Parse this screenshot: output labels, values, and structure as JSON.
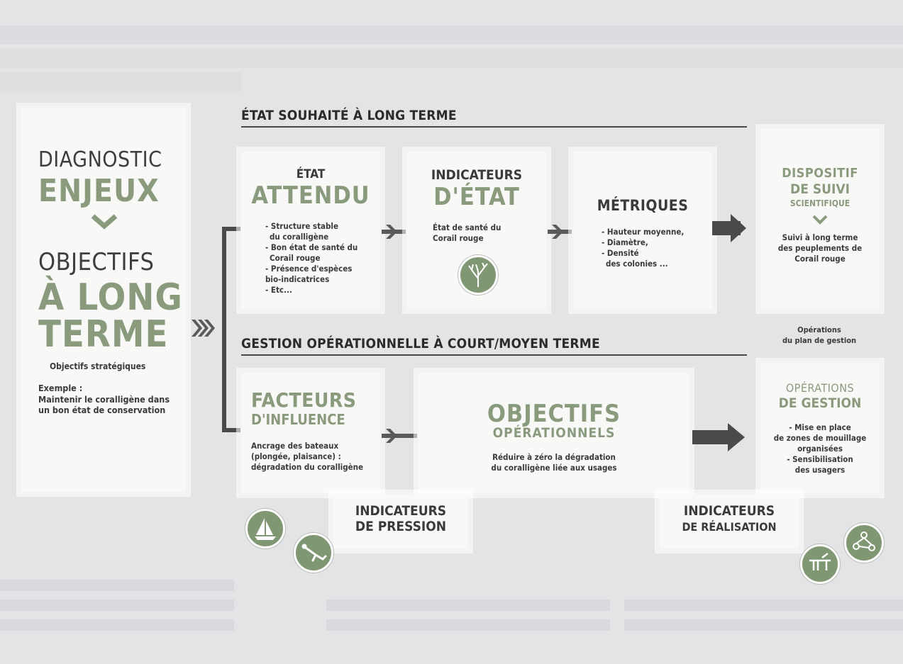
{
  "left": {
    "diagnostic": "DIAGNOSTIC",
    "enjeux": "ENJEUX",
    "objectifs": "OBJECTIFS",
    "along": "À LONG",
    "terme": "TERME",
    "strat": "Objectifs stratégiques",
    "ex_label": "Exemple :",
    "ex_text": "Maintenir le coralligène dans un bon état de conservation"
  },
  "top_section": "ÉTAT SOUHAITÉ À LONG TERME",
  "bottom_section": "GESTION OPÉRATIONNELLE À COURT/MOYEN TERME",
  "etat": {
    "t1": "ÉTAT",
    "t2": "ATTENDU",
    "items": [
      "- Structure stable",
      "du coralligène",
      "- Bon état de santé du",
      "Corail rouge",
      "- Présence d'espèces",
      "bio-indicatrices",
      "- Etc..."
    ]
  },
  "indic_etat": {
    "t1": "INDICATEURS",
    "t2": "D'ÉTAT",
    "text": "État de santé du Corail rouge"
  },
  "metriques": {
    "t1": "MÉTRIQUES",
    "items": [
      "- Hauteur moyenne,",
      "- Diamètre,",
      "- Densité",
      "des colonies ..."
    ]
  },
  "dispositif": {
    "t1": "DISPOSITIF",
    "t2": "DE SUIVI",
    "t3": "SCIENTIFIQUE",
    "text": "Suivi à long terme des peuplements de Corail rouge"
  },
  "ops_note": {
    "l1": "Opérations",
    "l2": "du plan de gestion"
  },
  "facteurs": {
    "t1": "FACTEURS",
    "t2": "D'INFLUENCE",
    "text": "Ancrage des bateaux (plongée, plaisance) : dégradation du coralligène"
  },
  "obj_op": {
    "t1": "OBJECTIFS",
    "t2": "OPÉRATIONNELS",
    "text1": "Réduire à zéro la dégradation",
    "text2": "du coralligène liée aux usages"
  },
  "ops_gestion": {
    "t1": "OPÉRATIONS",
    "t2": "DE GESTION",
    "items": [
      "- Mise en place",
      "de zones de mouillage",
      "organisées",
      "- Sensibilisation",
      "des usagers"
    ]
  },
  "ind_pression": {
    "t1": "INDICATEURS",
    "t2": "DE PRESSION"
  },
  "ind_realisation": {
    "t1": "INDICATEURS",
    "t2": "DE RÉALISATION"
  },
  "icons": [
    "coral-icon",
    "sailboat-icon",
    "diver-icon",
    "mooring-buoy-icon",
    "map-network-icon"
  ]
}
